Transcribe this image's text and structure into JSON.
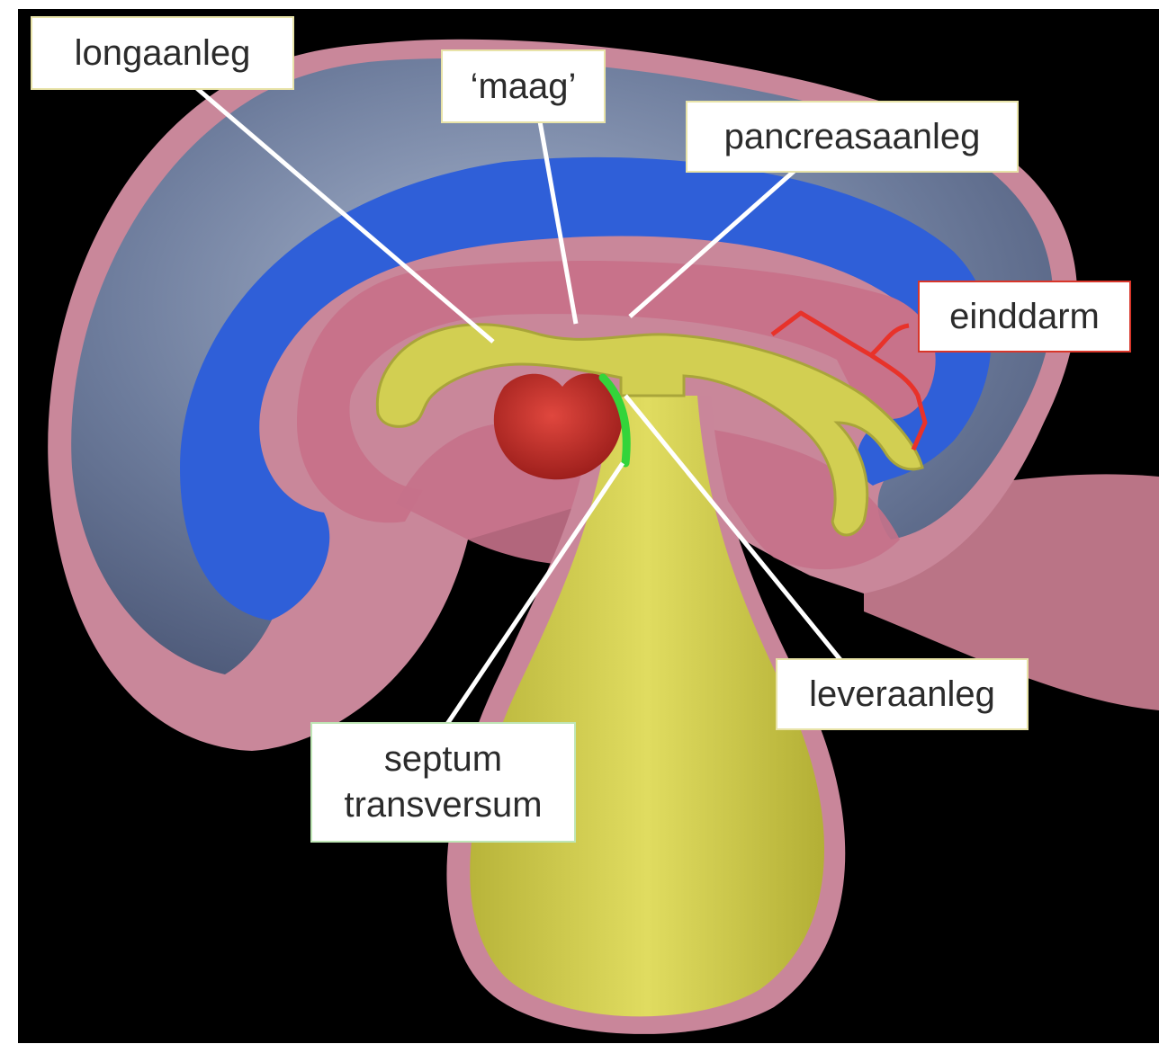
{
  "labels": {
    "longaanleg": "longaanleg",
    "maag": "‘maag’",
    "pancreasaanleg": "pancreasaanleg",
    "einddarm": "einddarm",
    "leveraanleg": "leveraanleg",
    "septum_line1": "septum",
    "septum_line2": "transversum"
  },
  "colors": {
    "background": "#000000",
    "outer_pink": "#c98095",
    "grey_blue": "#6e7d9c",
    "blue": "#2f5fd8",
    "gut_yellow": "#d6d257",
    "heart_red": "#c8322c",
    "bracket_red": "#e8322a",
    "septum_green": "#33d43a",
    "leader_line": "#ffffff"
  }
}
